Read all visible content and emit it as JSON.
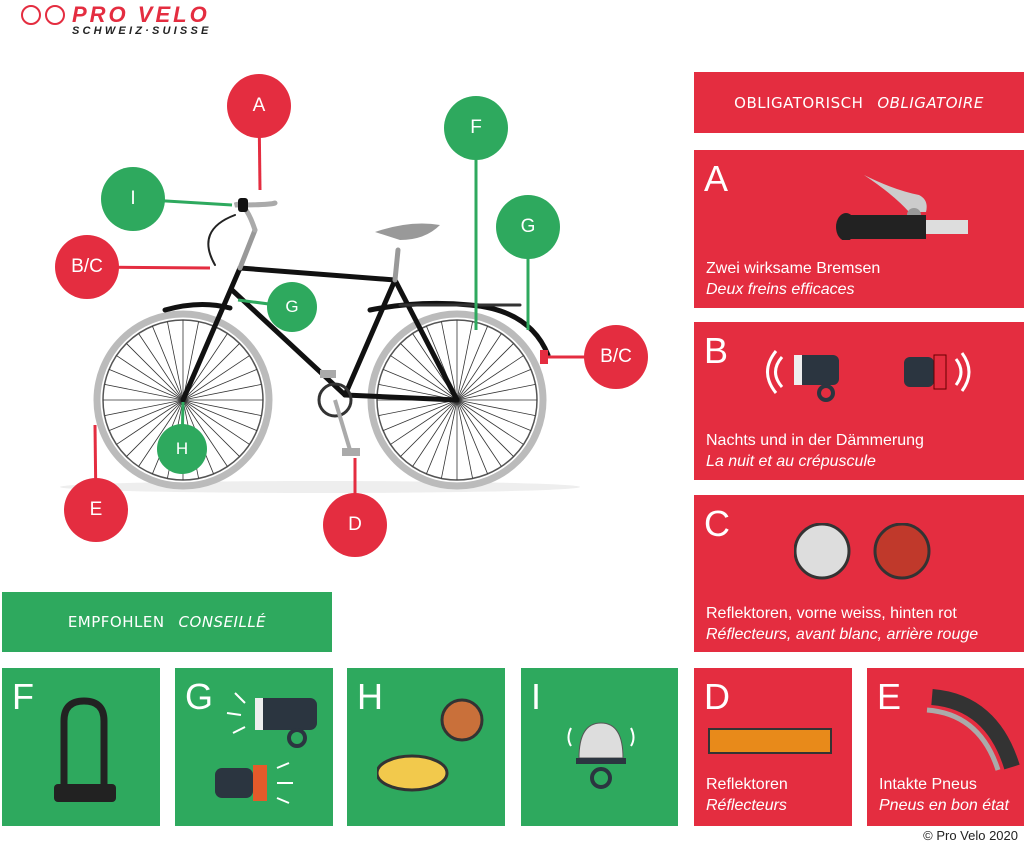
{
  "logo": {
    "name": "PRO VELO",
    "sub": "SCHWEIZ·SUISSE"
  },
  "colors": {
    "mandatory": "#e42d40",
    "recommended": "#2ea95e"
  },
  "mandatory_header": {
    "de": "OBLIGATORISCH",
    "fr": "OBLIGATOIRE"
  },
  "recommended_header": {
    "de": "EMPFOHLEN",
    "fr": "CONSEILLÉ"
  },
  "mandatory": [
    {
      "letter": "A",
      "de": "Zwei wirksame Bremsen",
      "fr": "Deux freins efficaces",
      "icon": "brake-lever-icon"
    },
    {
      "letter": "B",
      "de": "Nachts und in der Dämmerung",
      "fr": "La nuit et au crépuscule",
      "icon": "bike-lights-icon"
    },
    {
      "letter": "C",
      "de": "Reflektoren, vorne weiss, hinten rot",
      "fr": "Réflecteurs, avant blanc, arrière rouge",
      "icon": "reflectors-icon"
    },
    {
      "letter": "D",
      "de": "Reflektoren",
      "fr": "Réflecteurs",
      "icon": "pedal-reflector-icon"
    },
    {
      "letter": "E",
      "de": "Intakte Pneus",
      "fr": "Pneus en bon état",
      "icon": "tire-icon"
    }
  ],
  "recommended": [
    {
      "letter": "F",
      "icon": "u-lock-icon"
    },
    {
      "letter": "G",
      "icon": "lights-icon"
    },
    {
      "letter": "H",
      "icon": "reflectors-icon"
    },
    {
      "letter": "I",
      "icon": "bell-icon"
    }
  ],
  "markers": {
    "A": "A",
    "I": "I",
    "BC1": "B/C",
    "G1": "G",
    "H": "H",
    "E": "E",
    "D": "D",
    "F": "F",
    "G2": "G",
    "BC2": "B/C"
  },
  "copyright": "© Pro Velo 2020"
}
